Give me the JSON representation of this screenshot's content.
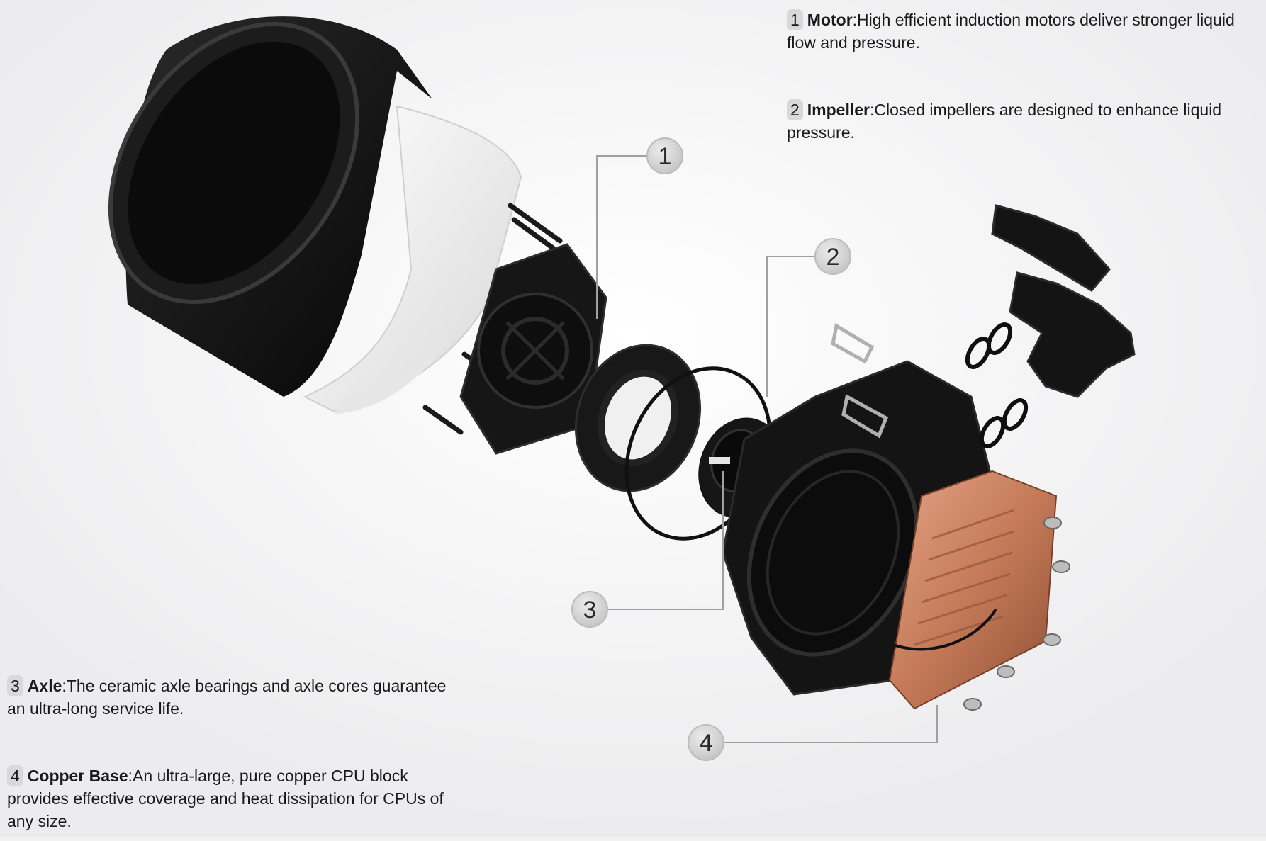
{
  "features": [
    {
      "num": "1",
      "name": "Motor",
      "text": ":High efficient induction motors deliver stronger liquid flow and pressure."
    },
    {
      "num": "2",
      "name": "Impeller",
      "text": ":Closed impellers are designed to enhance liquid pressure."
    },
    {
      "num": "3",
      "name": "Axle",
      "text": ":The ceramic axle bearings and axle cores guarantee an ultra-long service life."
    },
    {
      "num": "4",
      "name": "Copper Base",
      "text": ":An ultra-large, pure copper CPU block provides effective coverage and heat dissipation for CPUs of any size."
    }
  ],
  "callouts": [
    "1",
    "2",
    "3",
    "4"
  ],
  "colors": {
    "background": "#f2f2f3",
    "part": "#151515",
    "copper": "#c47a58",
    "badge": "#d6d6d6",
    "leader": "#a0a0a0"
  }
}
